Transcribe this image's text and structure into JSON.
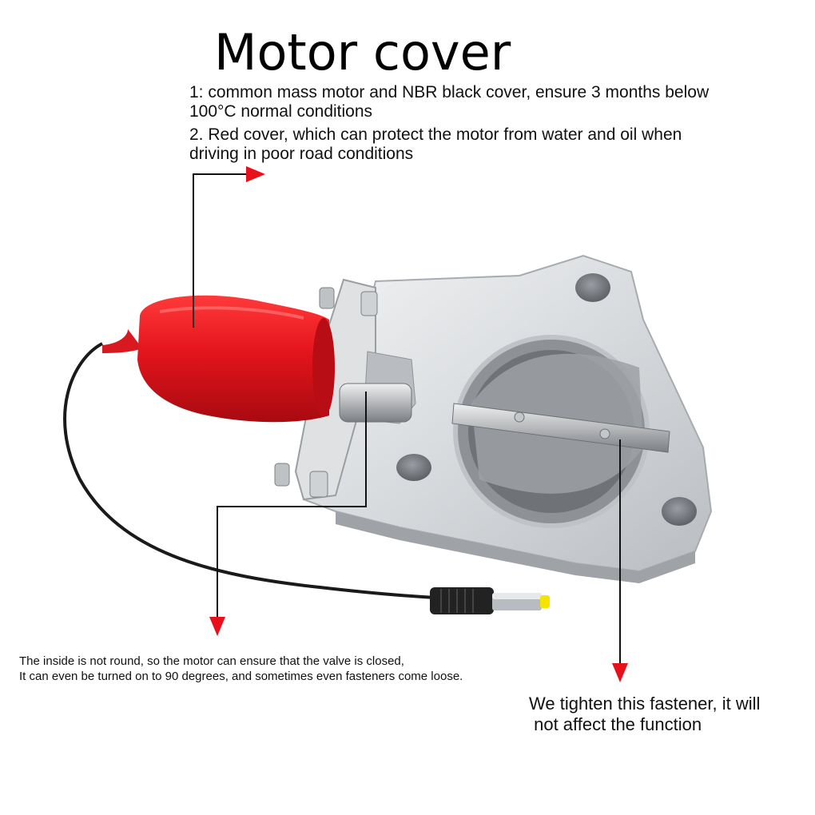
{
  "title": "Motor cover",
  "notes": [
    {
      "lines": [
        "1: common mass motor and NBR black cover, ensure 3 months below",
        "100°C normal conditions"
      ]
    },
    {
      "lines": [
        "2. Red cover, which can protect the motor from water and oil when",
        "driving in poor road conditions"
      ]
    }
  ],
  "captions": {
    "left": [
      "The inside is not round, so the motor can ensure that the valve is closed,",
      "It can even be turned on to 90 degrees, and sometimes even fasteners come loose."
    ],
    "right": [
      "We tighten this fastener, it will",
      " not affect the function"
    ]
  },
  "colors": {
    "arrow": "#e8101a",
    "motor_cover": "#e01820",
    "plate": "#d9dcdf",
    "cable": "#1a1a1a",
    "connector_tip": "#f4e400"
  }
}
